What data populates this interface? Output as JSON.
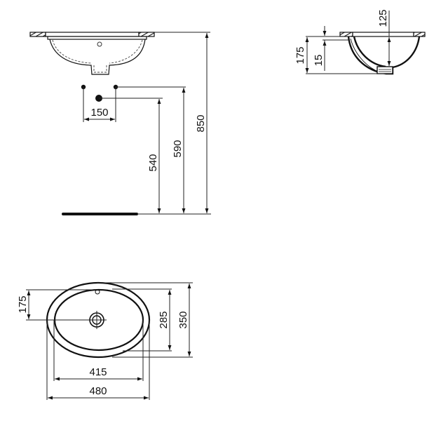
{
  "drawing": {
    "colors": {
      "line": "#111111",
      "background": "#ffffff"
    },
    "front_view": {
      "dimensions": {
        "tap_spacing": "150",
        "waste_height": "540",
        "supply_height": "590",
        "rim_height": "850"
      }
    },
    "side_section": {
      "dimensions": {
        "bowl_depth": "125",
        "overall_depth": "175",
        "rim_thickness": "15"
      }
    },
    "plan_view": {
      "dimensions": {
        "waste_offset": "175",
        "inner_depth": "285",
        "outer_depth": "350",
        "inner_width": "415",
        "outer_width": "480"
      }
    }
  }
}
